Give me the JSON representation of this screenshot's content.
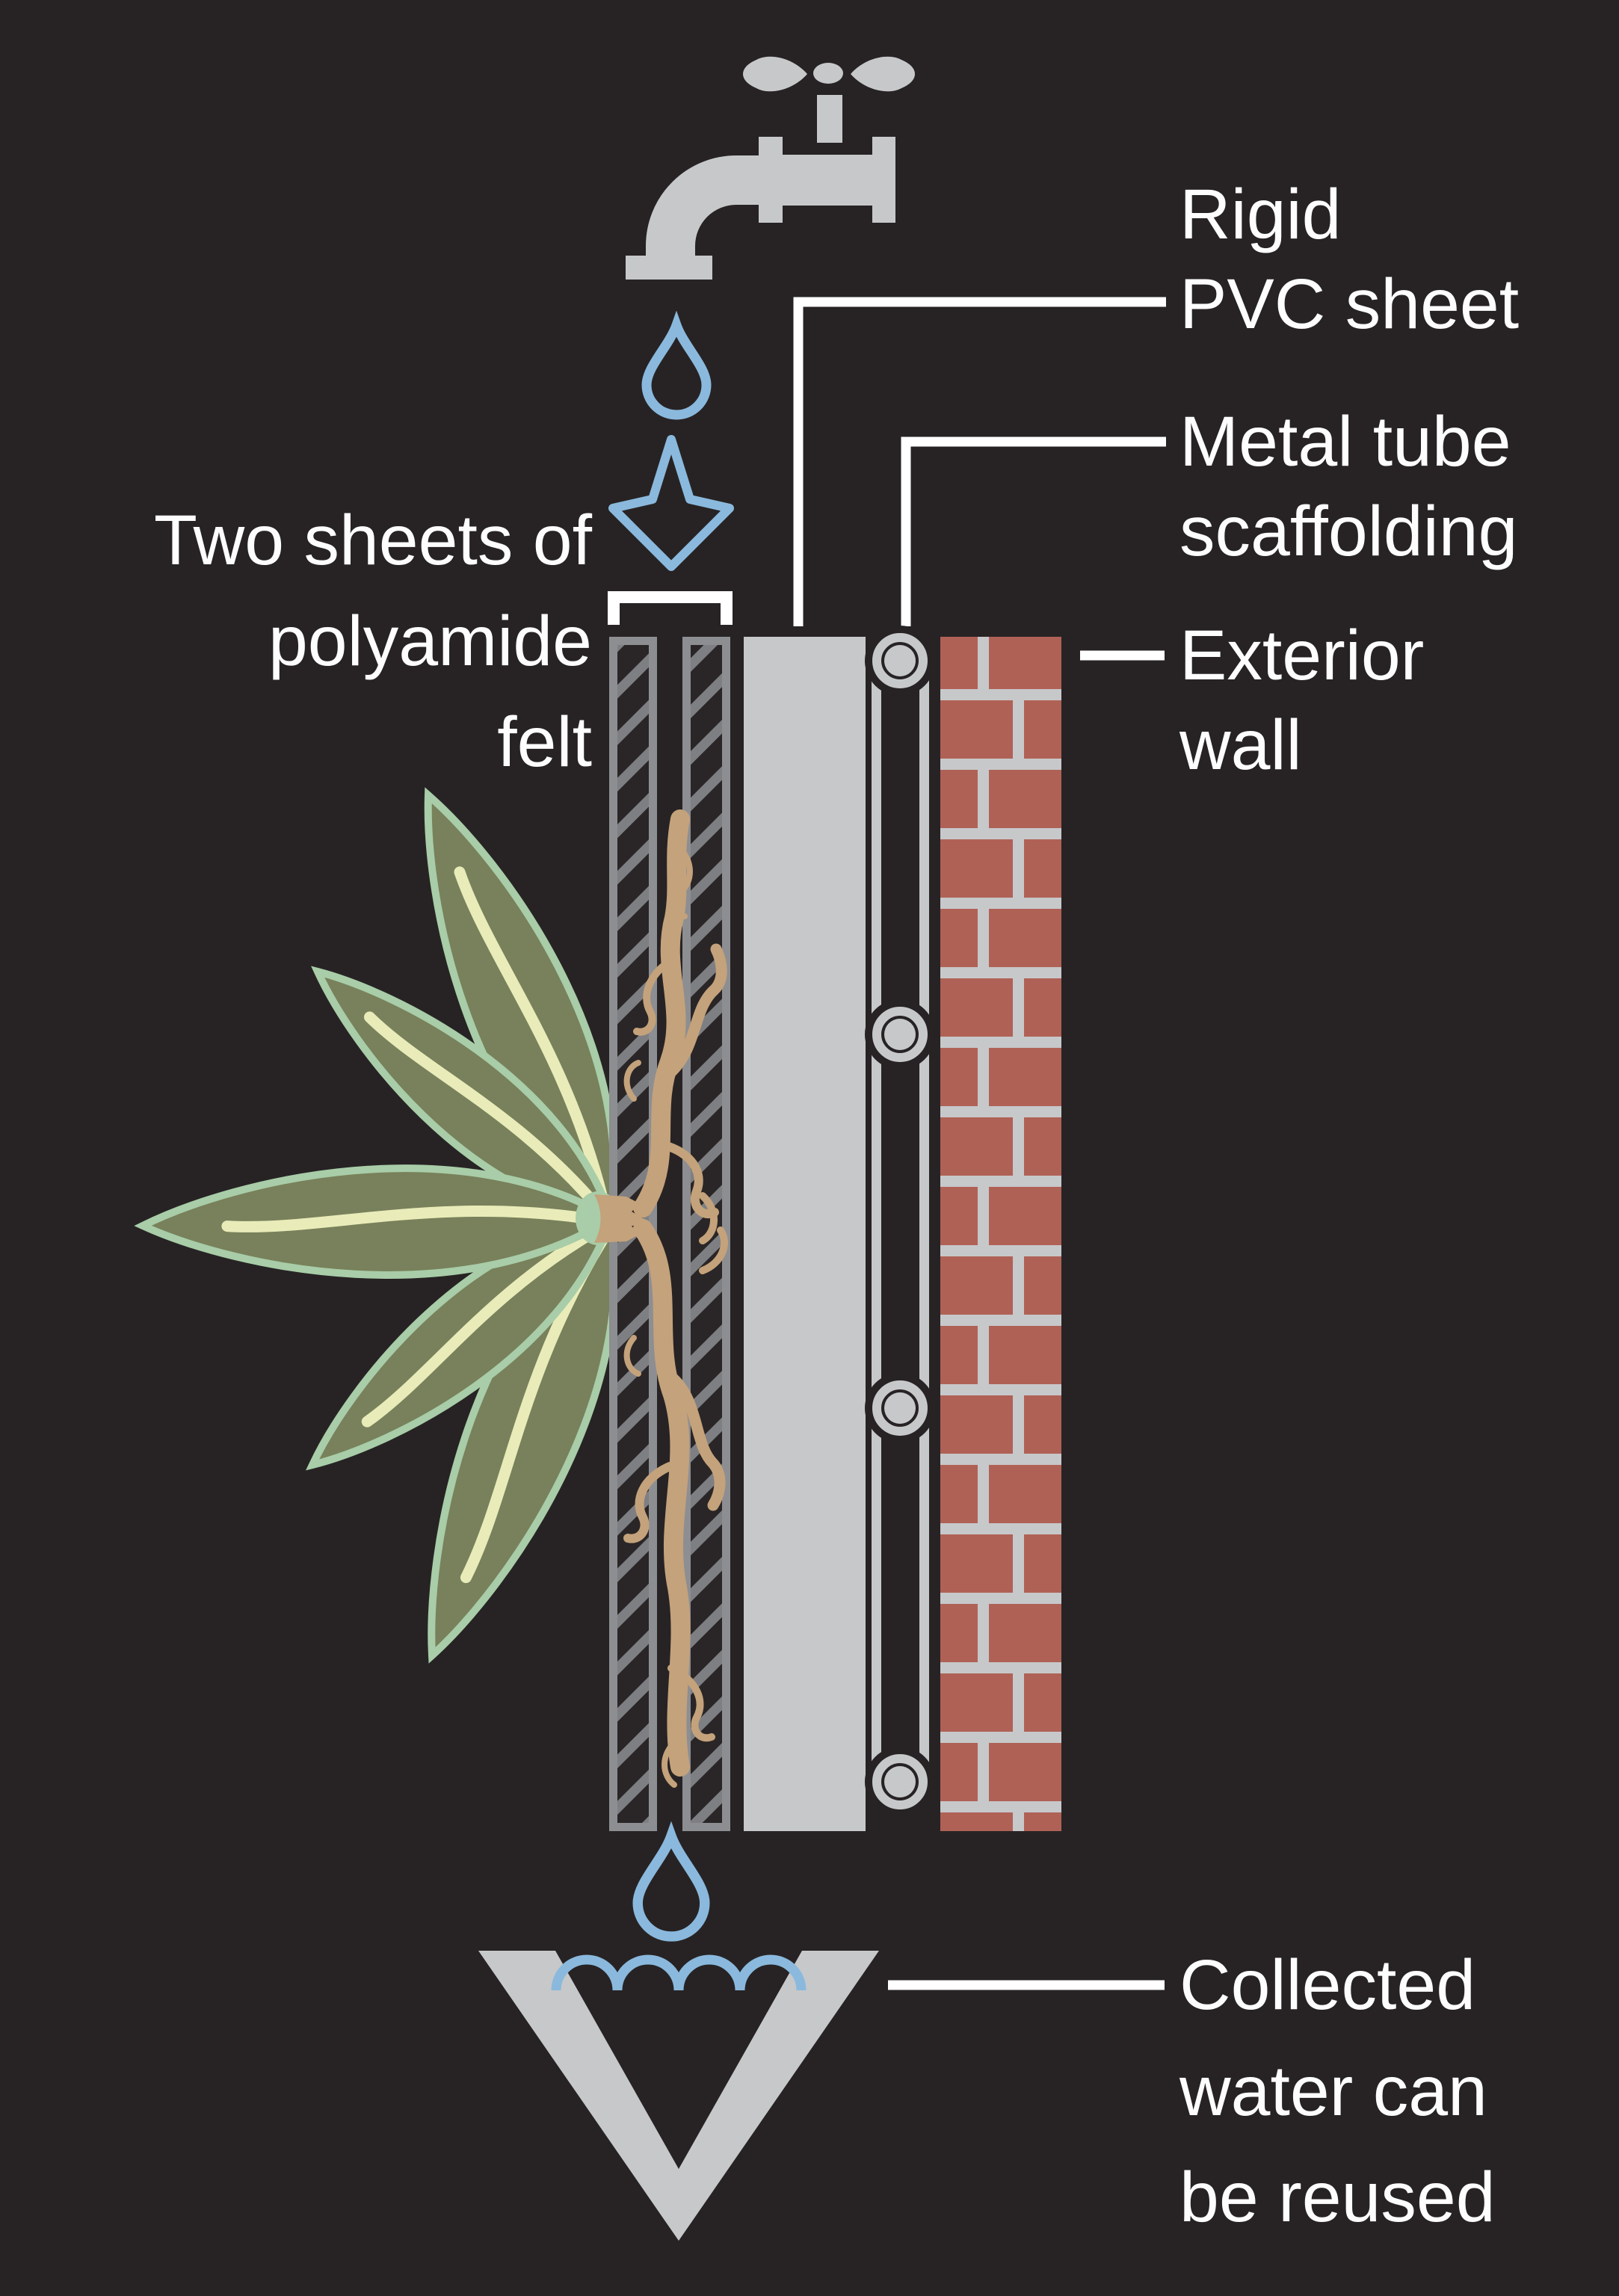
{
  "labels": {
    "two_sheets": {
      "line1": "Two sheets of",
      "line2": "polyamide",
      "line3": "felt"
    },
    "rigid_pvc": {
      "line1": "Rigid",
      "line2": "PVC sheet"
    },
    "metal_tube": {
      "line1": "Metal tube",
      "line2": "scaffolding"
    },
    "exterior_wall": {
      "line1": "Exterior",
      "line2": "wall"
    },
    "collected_water": {
      "line1": "Collected",
      "line2": "water can",
      "line3": "be reused"
    }
  },
  "icons": [
    "faucet-icon",
    "water-drop-icon-top",
    "down-arrow-icon",
    "felt-bracket",
    "felt-sheet-left",
    "felt-sheet-right",
    "plant-leaves",
    "plant-roots",
    "pvc-sheet",
    "scaffold-tube",
    "scaffold-joints",
    "brick-wall",
    "water-drop-icon-bottom",
    "collection-funnel",
    "water-surface"
  ],
  "colors": {
    "background": "#272324",
    "white": "#ffffff",
    "metal_gray": "#c7c8ca",
    "felt_dark": "#2a2627",
    "felt_border": "#8d8e91",
    "hatch_stripe": "#7e7f83",
    "brick_red": "#b06156",
    "mortar": "#c7c8ca",
    "water_blue": "#8ab9dd",
    "leaf_green": "#78815b",
    "leaf_outline": "#a8cda8",
    "leaf_vein": "#e9ecb9",
    "root_tan": "#c4a27b"
  }
}
